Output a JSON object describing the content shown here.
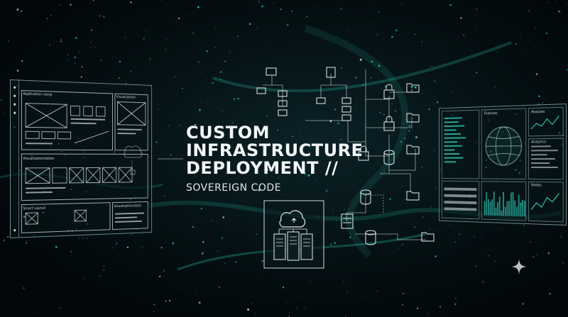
{
  "headline": {
    "line1": "CUSTOM",
    "line2": "INFRASTRUCTURE",
    "line3": "DEPLOYMENT //",
    "subline": "SOVEREIGN CODE"
  },
  "left_panel": {
    "label_app": "Application name",
    "label_viz": "Visualization",
    "label_tables": "Visualizationtables",
    "label_layout": "Smart Layout",
    "label_stack": "Visualizationstack"
  },
  "right_panel": {
    "label_features": "Features",
    "label_modules": "Modules",
    "label_analytics": "Analytics",
    "label_nodes": "Nodes"
  },
  "colors": {
    "accent": "#2fc7b4",
    "line": "#cfdadb",
    "background": "#02070a"
  },
  "icons": [
    "cloud-icon",
    "server-icon",
    "database-icon",
    "lock-icon",
    "folder-icon",
    "globe-icon",
    "sparkle-icon"
  ]
}
